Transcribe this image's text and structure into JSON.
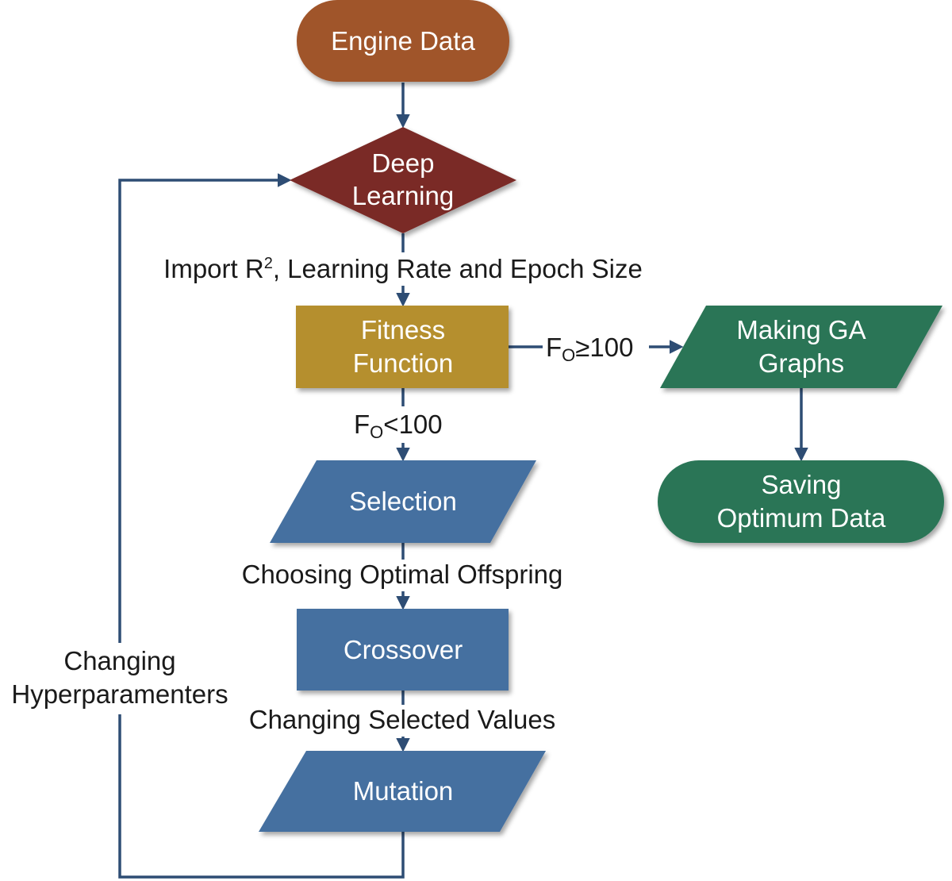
{
  "nodes": {
    "engine_data": "Engine Data",
    "deep_learning": [
      "Deep",
      "Learning"
    ],
    "fitness_function": [
      "Fitness",
      "Function"
    ],
    "selection": "Selection",
    "crossover": "Crossover",
    "mutation": "Mutation",
    "making_ga_graphs": [
      "Making GA",
      "Graphs"
    ],
    "saving_optimum_data": [
      "Saving",
      "Optimum Data"
    ]
  },
  "edges": {
    "import": {
      "before": "Import R",
      "sup": "2",
      "after": ", Learning Rate and Epoch Size"
    },
    "fo_ge": {
      "main": "F",
      "sub": "O",
      "rest": "≥100"
    },
    "fo_lt": {
      "main": "F",
      "sub": "O",
      "rest": "<100"
    },
    "choosing": "Choosing Optimal Offspring",
    "changing_selected": "Changing Selected Values",
    "changing_hyper": [
      "Changing",
      "Hyperparamenters"
    ]
  },
  "colors": {
    "engine": "#a0552a",
    "deep": "#7a2a27",
    "fitness": "#b58f2e",
    "blue": "#4470a0",
    "green": "#2a7556",
    "line": "#2e4d74"
  }
}
